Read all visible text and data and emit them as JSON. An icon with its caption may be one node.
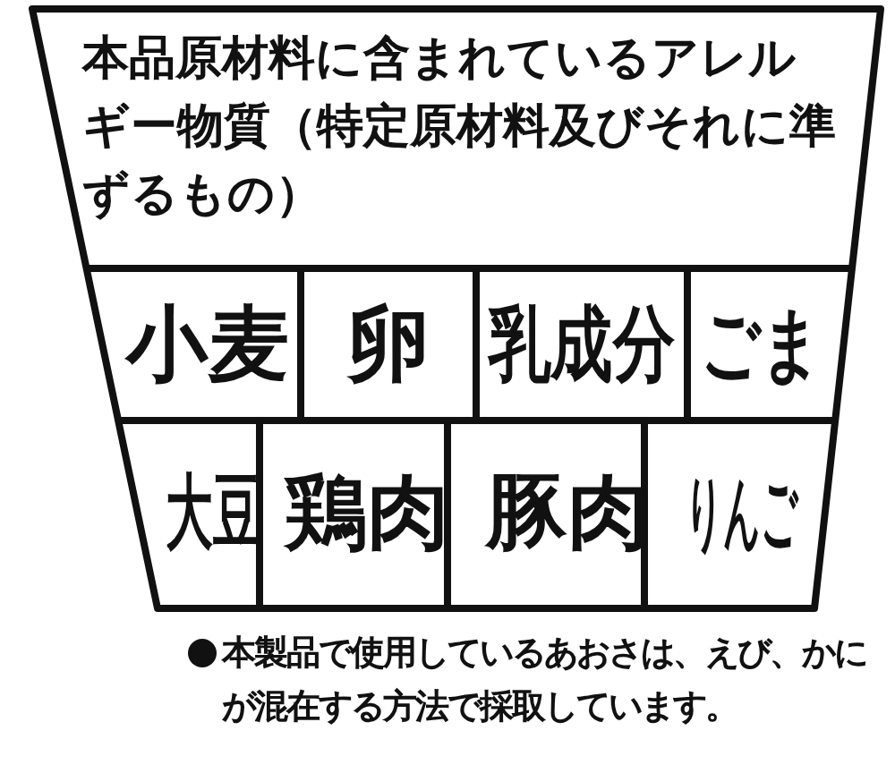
{
  "diagram": {
    "labels": [
      "本品原材料に含まれているアレルギー物質（特定原材料及びそれに準ずるもの）",
      "小麦",
      "卵",
      "乳成分",
      "ごま",
      "大豆",
      "鶏肉",
      "豚肉",
      "りんご",
      "本製品で使用しているあおさは、えび、かにが混在する方法で採取しています。"
    ]
  }
}
